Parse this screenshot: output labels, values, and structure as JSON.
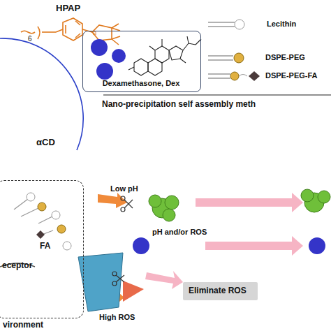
{
  "diagram": {
    "nodes": [
      {
        "text": [
          "Dexamethasone, Dex"
        ]
      },
      {
        "text": [
          "FA",
          "eceptor"
        ]
      },
      {
        "text": [
          "Eliminate ROS"
        ]
      }
    ],
    "labels": [
      "HPAP",
      "6",
      "αCD",
      "Lecithin",
      "DSPE-PEG",
      "DSPE-PEG-FA",
      "Nano-precipitation self assembly meth",
      "vironment",
      "Low pH",
      "pH and/or ROS",
      "High ROS"
    ]
  }
}
